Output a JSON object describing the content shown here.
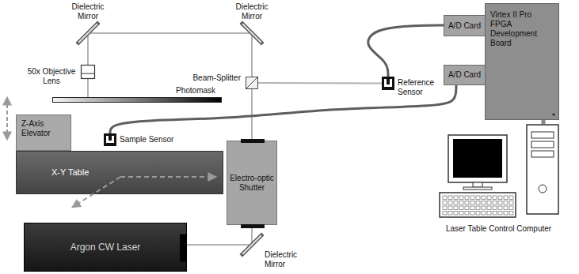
{
  "diagram": {
    "nodes": [
      {
        "text": [
          "Dielectric Mirror"
        ]
      },
      {
        "text": [
          "Dielectric Mirror"
        ]
      },
      {
        "text": [
          "A/D Card"
        ]
      },
      {
        "text": [
          "Virtex II Pro FPGA Development Board"
        ]
      },
      {
        "text": [
          "50x Objective Lens"
        ]
      },
      {
        "text": [
          "A/D Card"
        ]
      },
      {
        "text": [
          "Beam-Splitter"
        ]
      },
      {
        "text": [
          "Reference Sensor"
        ]
      },
      {
        "text": [
          "Photomask"
        ]
      },
      {
        "text": [
          "Z-Axis Elevator"
        ]
      },
      {
        "text": [
          "Sample Sensor"
        ]
      },
      {
        "text": [
          "Electro-optic Shutter"
        ]
      },
      {
        "text": [
          "X-Y Table"
        ]
      },
      {
        "text": [
          "Laser Table Control Computer"
        ]
      },
      {
        "text": [
          "Argon CW Laser"
        ]
      },
      {
        "text": [
          "Dielectric Mirror"
        ]
      }
    ],
    "edges": [
      {
        "from": 14,
        "to": 15,
        "arrow": "none"
      },
      {
        "from": 15,
        "to": 11,
        "arrow": "none"
      },
      {
        "from": 11,
        "to": 6,
        "arrow": "none"
      },
      {
        "from": 6,
        "to": 1,
        "arrow": "none"
      },
      {
        "from": 1,
        "to": 0,
        "arrow": "none"
      },
      {
        "from": 0,
        "to": 4,
        "arrow": "none"
      },
      {
        "from": 4,
        "to": 8,
        "arrow": "none"
      },
      {
        "from": 6,
        "to": 7,
        "arrow": "none"
      },
      {
        "from": 7,
        "to": 2,
        "arrow": "none"
      },
      {
        "from": 10,
        "to": 5,
        "arrow": "none"
      },
      {
        "from": 3,
        "to": 13,
        "arrow": "none"
      }
    ]
  }
}
